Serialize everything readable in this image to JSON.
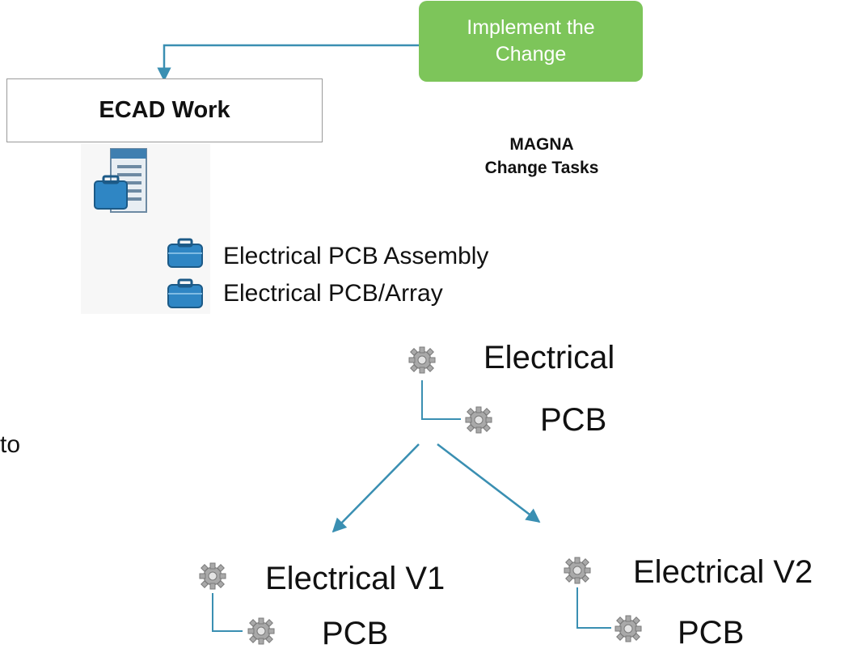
{
  "action_box": {
    "line1": "Implement the",
    "line2": "Change"
  },
  "ecad_box": {
    "title": "ECAD Work"
  },
  "change_tasks": {
    "line1": "MAGNA",
    "line2": "Change Tasks"
  },
  "ecad_tree": {
    "items": [
      "Electrical PCB Assembly",
      "Electrical PCB/Array"
    ]
  },
  "structure": {
    "root": {
      "parent": "Electrical",
      "child": "PCB"
    },
    "v1": {
      "parent": "Electrical V1",
      "child": "PCB"
    },
    "v2": {
      "parent": "Electrical V2",
      "child": "PCB"
    }
  },
  "cut_text": "to",
  "colors": {
    "accent_green": "#7dc55a",
    "connector_blue": "#3a8fb2",
    "box_border": "#9a9a9a"
  },
  "icons": [
    "document-icon",
    "briefcase-icon",
    "gear-icon"
  ]
}
